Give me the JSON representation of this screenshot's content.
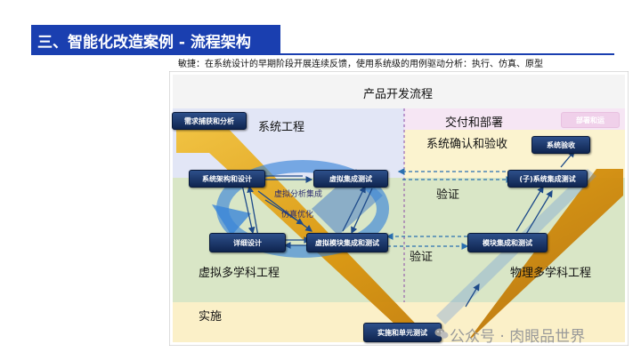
{
  "header": {
    "title": "三、智能化改造案例 - 流程架构",
    "subtitle": "敏捷：在系统设计的早期阶段开展连续反馈，使用系统级的用例驱动分析：执行、仿真、原型"
  },
  "diagram": {
    "title": "产品开发流程",
    "regions": {
      "system_engineering": "系统工程",
      "delivery_deploy": "交付和部署",
      "system_confirm": "系统确认和验收",
      "virtual_multi": "虚拟多学科工程",
      "physical_multi": "物理多学科工程",
      "implementation": "实施"
    },
    "verify_labels": [
      "验证",
      "验证"
    ],
    "process_boxes": {
      "req_capture": "需求捕获和分析",
      "sys_arch": "系统架构和设计",
      "virtual_integration": "虚拟集成测试",
      "detailed_design": "详细设计",
      "virtual_module": "虚拟模块集成和测试",
      "impl_unit": "实施和单元测试",
      "module_integration": "模块集成和测试",
      "sub_system": "(子)系统集成测试",
      "sys_acceptance": "系统验收",
      "deploy_faded": "部署和运"
    },
    "loop_labels": {
      "virtual_analysis": "虚拟分析集成",
      "sim_opt": "仿真优化"
    },
    "colors": {
      "accent": "#1a3fb0",
      "v_band": "#d9940c"
    }
  },
  "watermark": {
    "text": "公众号 · 肉眼品世界",
    "icon": "wechat-icon"
  }
}
